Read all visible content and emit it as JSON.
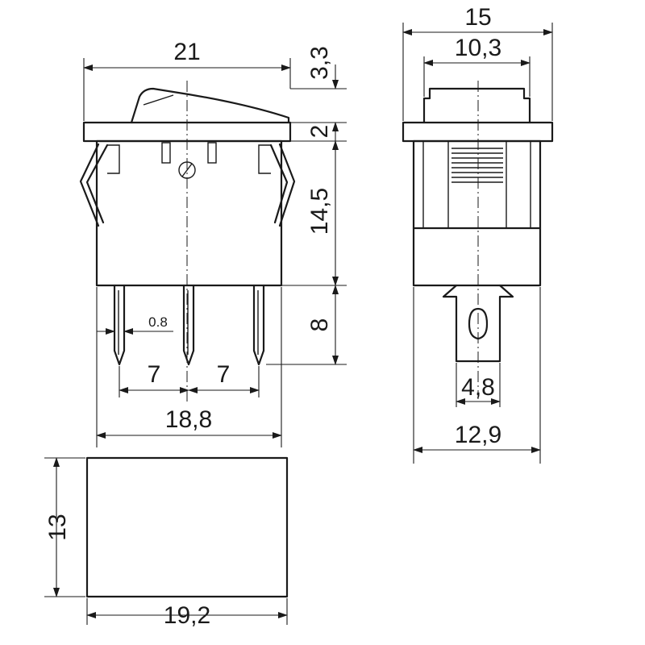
{
  "dimensions": {
    "side_width": "21",
    "actuator_height": "3,3",
    "flange_thickness": "2",
    "body_height": "14,5",
    "pin_length": "8",
    "pin_thickness": "0.8",
    "pin_pitch_left": "7",
    "pin_pitch_right": "7",
    "body_width_side": "18,8",
    "front_width": "15",
    "actuator_width": "10,3",
    "terminal_width": "4,8",
    "body_width_front": "12,9",
    "cutout_height": "13",
    "cutout_width": "19,2"
  },
  "colors": {
    "line": "#1a1a1a",
    "background": "#ffffff"
  }
}
